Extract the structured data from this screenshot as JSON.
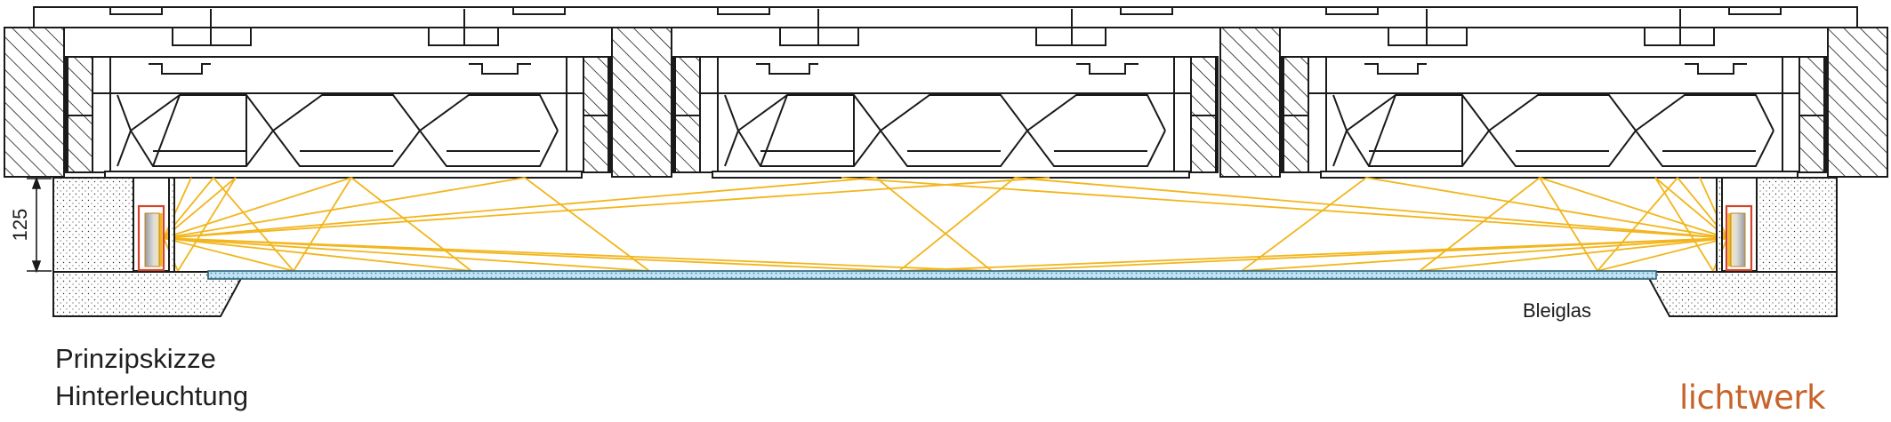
{
  "diagram": {
    "dimension_label": "125",
    "material_label": "Bleiglas"
  },
  "caption": {
    "line1": "Prinzipskizze",
    "line2": "Hinterleuchtung"
  },
  "brand": {
    "name": "lichtwerk"
  },
  "colors": {
    "line": "#1a1a1a",
    "light_rays": "#f2b51c",
    "brand": "#c8642a",
    "glass": "#bfe3f2",
    "led_housing": "#d2452a"
  }
}
